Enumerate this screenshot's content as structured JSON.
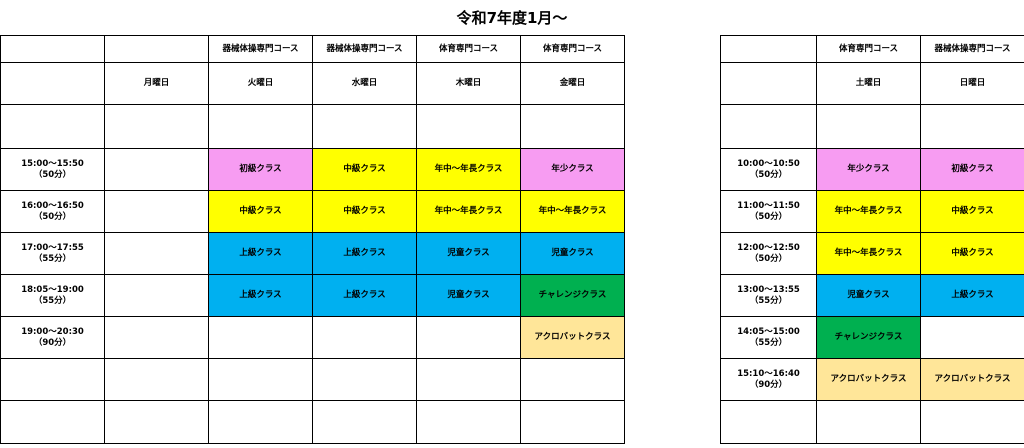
{
  "title": "令和7年度1月～",
  "colors": {
    "pink": "#f79cf2",
    "yellow": "#ffff00",
    "blue": "#00b0f0",
    "green": "#00b050",
    "peach": "#ffe699"
  },
  "weekday": {
    "courses": [
      "",
      "",
      "器械体操専門コース",
      "器械体操専門コース",
      "体育専門コース",
      "体育専門コース"
    ],
    "days": [
      "",
      "月曜日",
      "火曜日",
      "水曜日",
      "木曜日",
      "金曜日"
    ],
    "slots": [
      {
        "time": "15:00～15:50",
        "dur": "（50分）",
        "cells": [
          {
            "label": "",
            "color": ""
          },
          {
            "label": "初級クラス",
            "color": "pink"
          },
          {
            "label": "中級クラス",
            "color": "yellow"
          },
          {
            "label": "年中～年長クラス",
            "color": "yellow"
          },
          {
            "label": "年少クラス",
            "color": "pink"
          }
        ]
      },
      {
        "time": "16:00～16:50",
        "dur": "（50分）",
        "cells": [
          {
            "label": "",
            "color": ""
          },
          {
            "label": "中級クラス",
            "color": "yellow"
          },
          {
            "label": "中級クラス",
            "color": "yellow"
          },
          {
            "label": "年中～年長クラス",
            "color": "yellow"
          },
          {
            "label": "年中～年長クラス",
            "color": "yellow"
          }
        ]
      },
      {
        "time": "17:00～17:55",
        "dur": "（55分）",
        "cells": [
          {
            "label": "",
            "color": ""
          },
          {
            "label": "上級クラス",
            "color": "blue"
          },
          {
            "label": "上級クラス",
            "color": "blue"
          },
          {
            "label": "児童クラス",
            "color": "blue"
          },
          {
            "label": "児童クラス",
            "color": "blue"
          }
        ]
      },
      {
        "time": "18:05～19:00",
        "dur": "（55分）",
        "cells": [
          {
            "label": "",
            "color": ""
          },
          {
            "label": "上級クラス",
            "color": "blue"
          },
          {
            "label": "上級クラス",
            "color": "blue"
          },
          {
            "label": "児童クラス",
            "color": "blue"
          },
          {
            "label": "チャレンジクラス",
            "color": "green"
          }
        ]
      },
      {
        "time": "19:00～20:30",
        "dur": "（90分）",
        "cells": [
          {
            "label": "",
            "color": ""
          },
          {
            "label": "",
            "color": ""
          },
          {
            "label": "",
            "color": ""
          },
          {
            "label": "",
            "color": ""
          },
          {
            "label": "アクロバットクラス",
            "color": "peach"
          }
        ]
      },
      {
        "time": "",
        "dur": "",
        "cells": [
          {
            "label": "",
            "color": ""
          },
          {
            "label": "",
            "color": ""
          },
          {
            "label": "",
            "color": ""
          },
          {
            "label": "",
            "color": ""
          },
          {
            "label": "",
            "color": ""
          }
        ]
      },
      {
        "time": "",
        "dur": "",
        "cells": [
          {
            "label": "",
            "color": ""
          },
          {
            "label": "",
            "color": ""
          },
          {
            "label": "",
            "color": ""
          },
          {
            "label": "",
            "color": ""
          },
          {
            "label": "",
            "color": ""
          }
        ]
      }
    ]
  },
  "weekend": {
    "courses": [
      "",
      "体育専門コース",
      "器械体操専門コース"
    ],
    "days": [
      "",
      "土曜日",
      "日曜日"
    ],
    "slots": [
      {
        "time": "10:00～10:50",
        "dur": "（50分）",
        "cells": [
          {
            "label": "年少クラス",
            "color": "pink"
          },
          {
            "label": "初級クラス",
            "color": "pink"
          }
        ]
      },
      {
        "time": "11:00～11:50",
        "dur": "（50分）",
        "cells": [
          {
            "label": "年中～年長クラス",
            "color": "yellow"
          },
          {
            "label": "中級クラス",
            "color": "yellow"
          }
        ]
      },
      {
        "time": "12:00～12:50",
        "dur": "（50分）",
        "cells": [
          {
            "label": "年中～年長クラス",
            "color": "yellow"
          },
          {
            "label": "中級クラス",
            "color": "yellow"
          }
        ]
      },
      {
        "time": "13:00～13:55",
        "dur": "（55分）",
        "cells": [
          {
            "label": "児童クラス",
            "color": "blue"
          },
          {
            "label": "上級クラス",
            "color": "blue"
          }
        ]
      },
      {
        "time": "14:05～15:00",
        "dur": "（55分）",
        "cells": [
          {
            "label": "チャレンジクラス",
            "color": "green"
          },
          {
            "label": "",
            "color": ""
          }
        ]
      },
      {
        "time": "15:10～16:40",
        "dur": "（90分）",
        "cells": [
          {
            "label": "アクロバットクラス",
            "color": "peach"
          },
          {
            "label": "アクロバットクラス",
            "color": "peach"
          }
        ]
      },
      {
        "time": "",
        "dur": "",
        "cells": [
          {
            "label": "",
            "color": ""
          },
          {
            "label": "",
            "color": ""
          }
        ]
      }
    ]
  }
}
